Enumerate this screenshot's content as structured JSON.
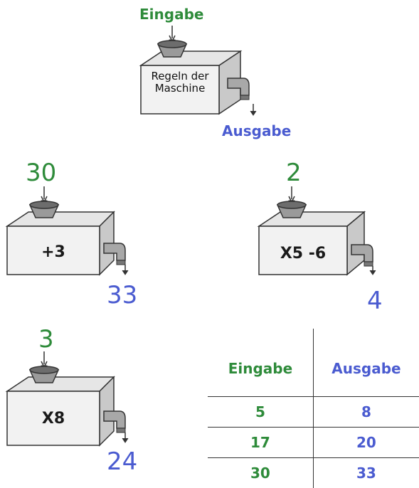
{
  "header_machine": {
    "input_label": "Eingabe",
    "rules_line1": "Regeln der",
    "rules_line2": "Maschine",
    "output_label": "Ausgabe"
  },
  "machines": [
    {
      "input": "30",
      "rule": "+3",
      "output": "33"
    },
    {
      "input": "2",
      "rule": "X5 -6",
      "output": "4"
    },
    {
      "input": "3",
      "rule": "X8",
      "output": "24"
    }
  ],
  "table": {
    "headers": [
      "Eingabe",
      "Ausgabe"
    ],
    "rows": [
      [
        "5",
        "8"
      ],
      [
        "17",
        "20"
      ],
      [
        "30",
        "33"
      ]
    ]
  },
  "colors": {
    "input": "#2e8b3a",
    "output": "#4a5bd0"
  }
}
